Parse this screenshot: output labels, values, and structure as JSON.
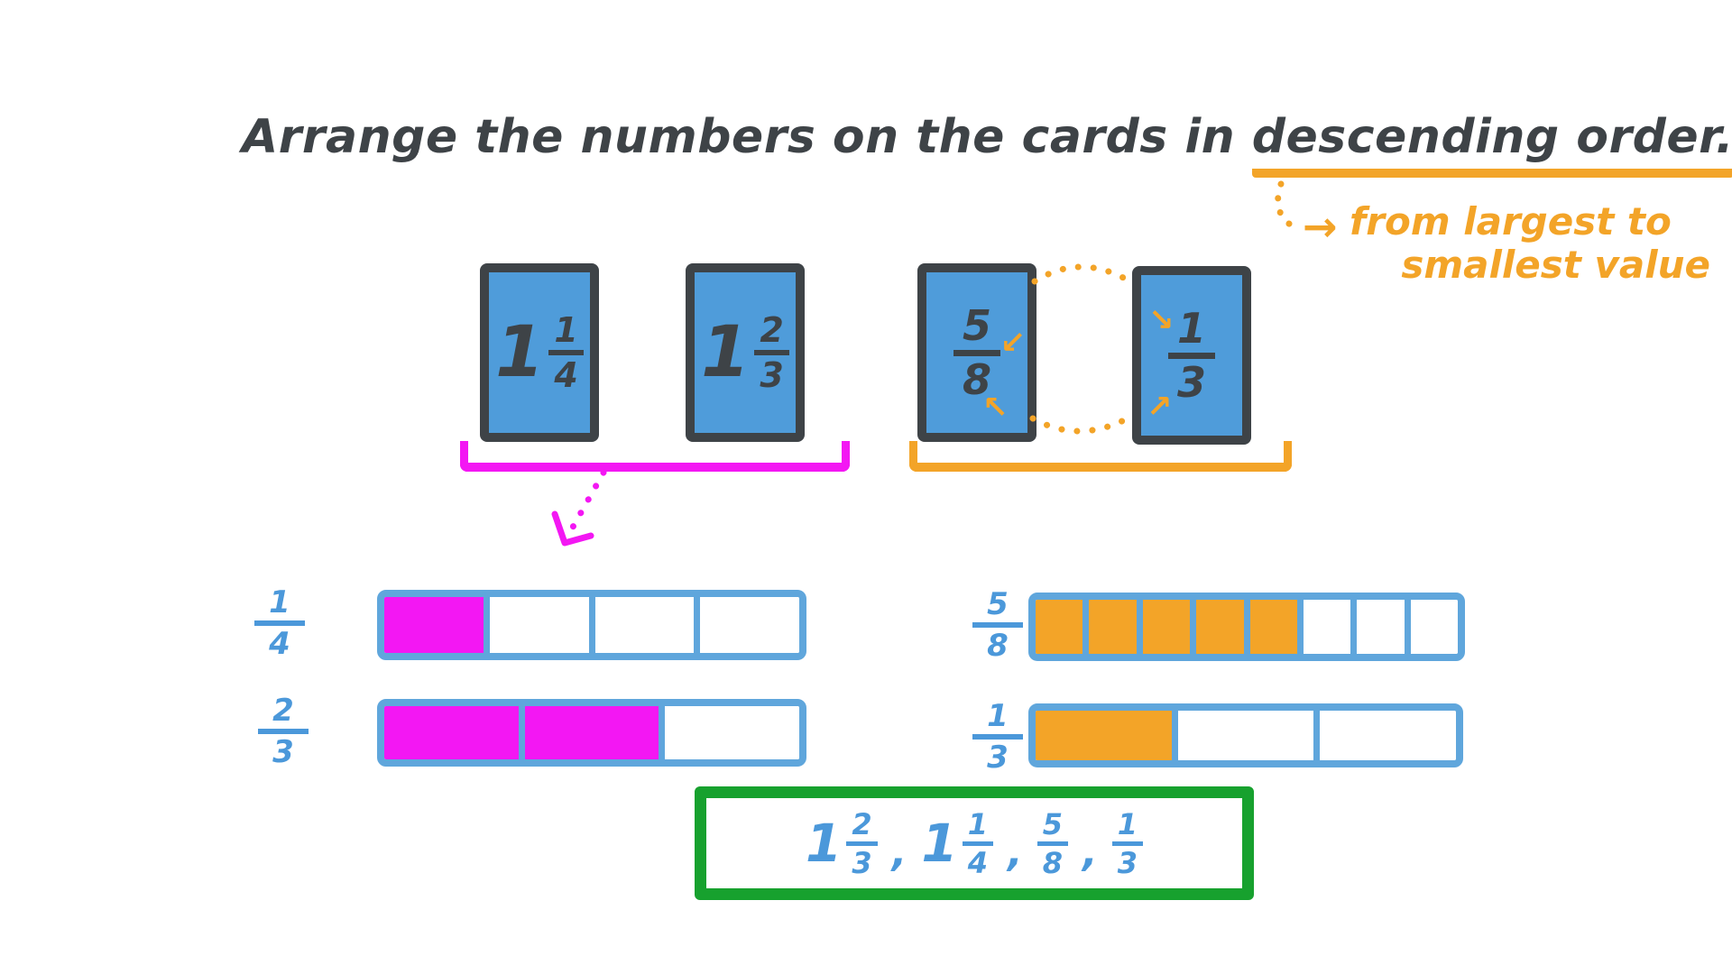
{
  "title": {
    "prefix": "Arrange the numbers on the cards in ",
    "underlined": "descending order."
  },
  "note": {
    "arrow": "→",
    "line1": "from largest to",
    "line2": "smallest value"
  },
  "cards": [
    {
      "whole": "1",
      "num": "1",
      "den": "4"
    },
    {
      "whole": "1",
      "num": "2",
      "den": "3"
    },
    {
      "num": "5",
      "den": "8",
      "arrow_top": "↙",
      "arrow_bottom": "↖"
    },
    {
      "num": "1",
      "den": "3",
      "arrow_top": "↘",
      "arrow_bottom": "↗"
    }
  ],
  "bars": [
    {
      "label_num": "1",
      "label_den": "4",
      "segments": 4,
      "filled": 1,
      "fill_color": "#f317f3"
    },
    {
      "label_num": "5",
      "label_den": "8",
      "segments": 8,
      "filled": 5,
      "fill_color": "#f3a428"
    },
    {
      "label_num": "2",
      "label_den": "3",
      "segments": 3,
      "filled": 2,
      "fill_color": "#f317f3"
    },
    {
      "label_num": "1",
      "label_den": "3",
      "segments": 3,
      "filled": 1,
      "fill_color": "#f3a428"
    }
  ],
  "answer": {
    "separator": ",",
    "items": [
      {
        "whole": "1",
        "num": "2",
        "den": "3"
      },
      {
        "whole": "1",
        "num": "1",
        "den": "4"
      },
      {
        "num": "5",
        "den": "8"
      },
      {
        "num": "1",
        "den": "3"
      }
    ]
  },
  "colors": {
    "ink": "#3e4347",
    "orange": "#f3a428",
    "magenta": "#f317f3",
    "card_blue": "#4f9cda",
    "bar_blue": "#5fa6dc",
    "text_blue": "#4b98da",
    "green": "#17a12e"
  }
}
